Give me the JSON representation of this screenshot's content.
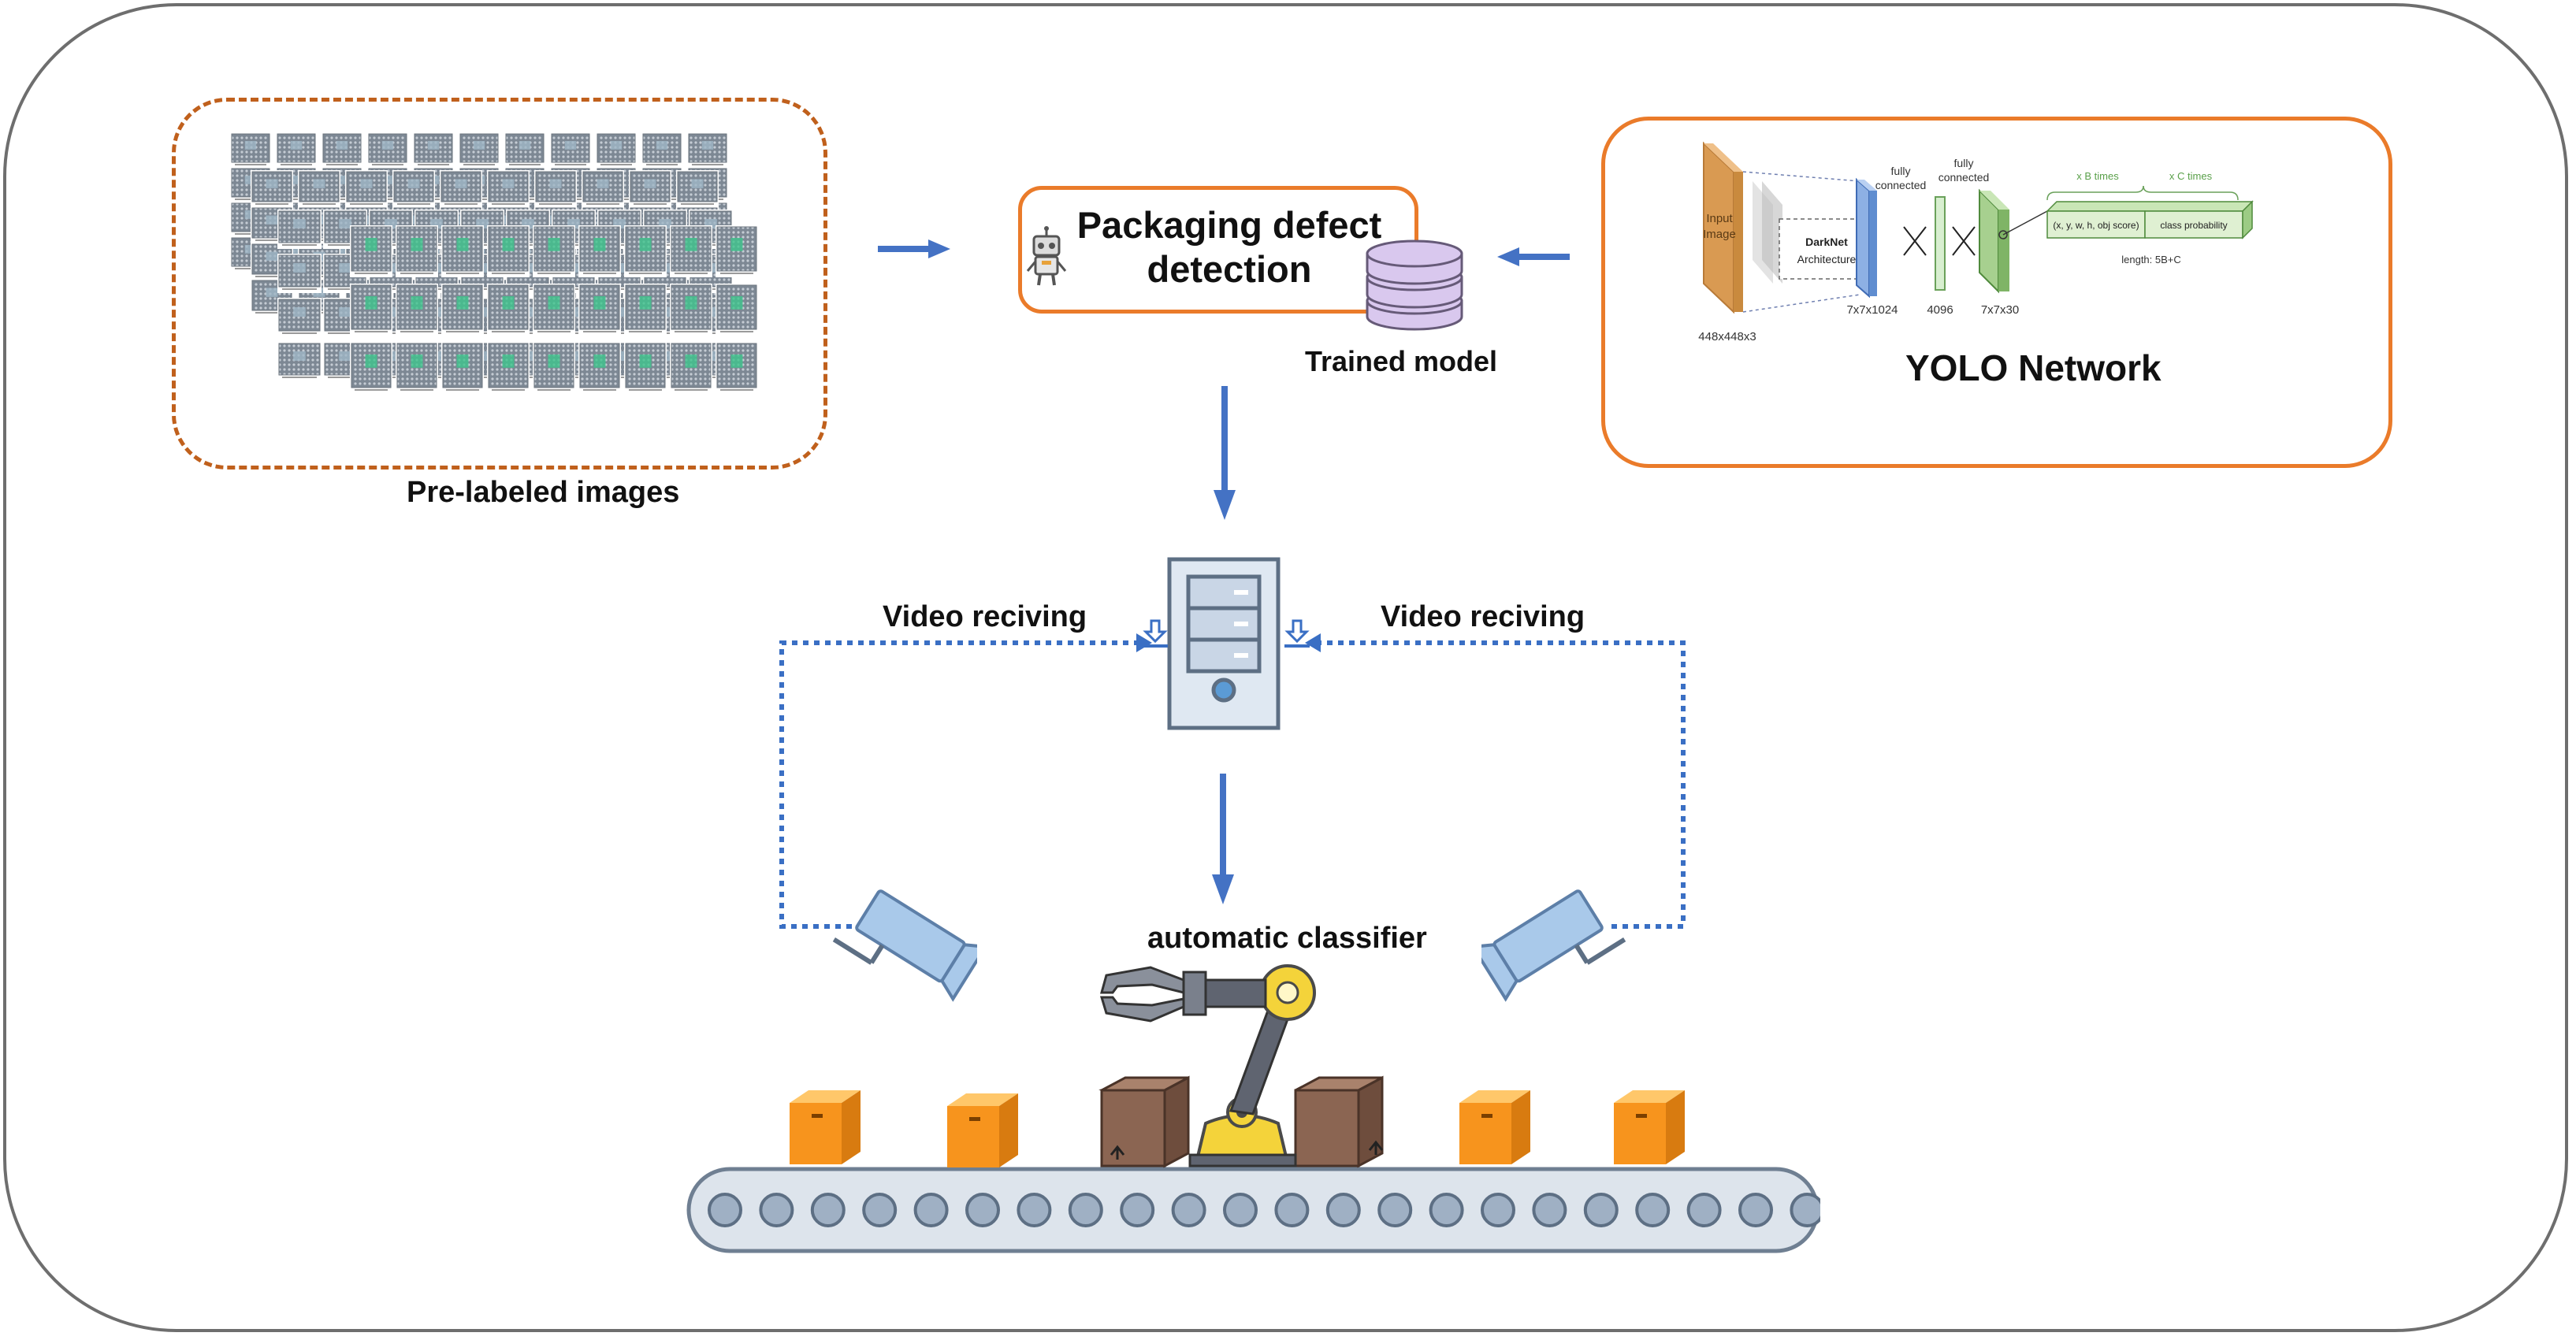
{
  "labels": {
    "pre_labeled": "Pre-labeled images",
    "detection_line1": "Packaging defect",
    "detection_line2": "detection",
    "trained_model": "Trained model",
    "yolo_network": "YOLO Network",
    "video_left": "Video reciving",
    "video_right": "Video reciving",
    "classifier": "automatic classifier"
  },
  "yolo": {
    "input_line1": "Input",
    "input_line2": "Image",
    "input_dim": "448x448x3",
    "darknet_line1": "DarkNet",
    "darknet_line2": "Architecture",
    "darknet_dim": "7x7x1024",
    "fc1_line1": "fully",
    "fc1_line2": "connected",
    "fc1_dim": "4096",
    "fc2_line1": "fully",
    "fc2_line2": "connected",
    "fc2_dim": "7x7x30",
    "b_times": "x B times",
    "c_times": "x C times",
    "box_text": "(x, y, w, h, obj score)",
    "class_text": "class probability",
    "length": "length: 5B+C"
  },
  "colors": {
    "orange_border": "#ea7b2a",
    "dashed_border": "#c0601c",
    "arrow_blue": "#4472c4",
    "dotted_blue": "#3a6fc4",
    "server_fill": "#dfe8f2",
    "server_stroke": "#5d6f84",
    "box_orange": "#f7941d",
    "box_brown": "#8b6552",
    "conveyor": "#dde4ec",
    "roller": "#9fb0c4",
    "camera": "#a9c9ea",
    "arm_gray": "#5f6470",
    "arm_yellow": "#f4d33a"
  },
  "icons": [
    "thumbnail-grid",
    "robot-icon",
    "database-icon",
    "server-icon",
    "download-icon",
    "camera-icon",
    "robot-arm-icon",
    "package-box-icon",
    "conveyor-belt-icon",
    "arrow-icon"
  ]
}
